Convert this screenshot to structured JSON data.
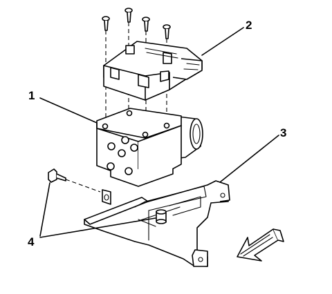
{
  "diagram": {
    "callouts": [
      {
        "id": "1",
        "label": "1"
      },
      {
        "id": "2",
        "label": "2"
      },
      {
        "id": "3",
        "label": "3"
      },
      {
        "id": "4",
        "label": "4"
      }
    ],
    "colors": {
      "line": "#000000",
      "background": "#ffffff"
    },
    "icons": [
      "screw-icon",
      "bolt-icon",
      "direction-arrow-icon"
    ]
  }
}
